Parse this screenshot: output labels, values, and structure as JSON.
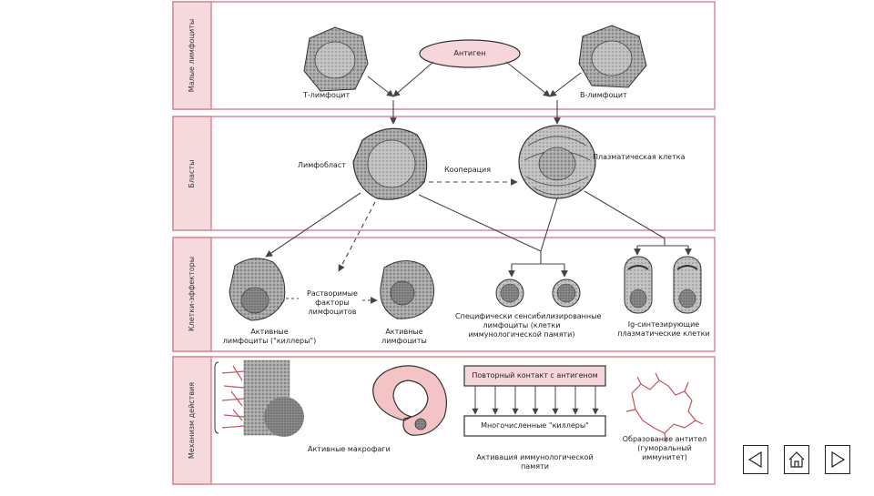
{
  "rows": [
    {
      "label": "Малые лимфоциты"
    },
    {
      "label": "Бласты"
    },
    {
      "label": "Клетки-эффекторы"
    },
    {
      "label": "Механизм действия"
    }
  ],
  "nodes": {
    "antigen": "Антиген",
    "t_lymphocyte": "Т-лимфоцит",
    "b_lymphocyte": "В-лимфоцит",
    "lymphoblast": "Лимфобласт",
    "cooperation": "Кооперация",
    "plasma_cell": "Плазматическая клетка",
    "active_lymphocytes_killers": [
      "Активные",
      "лимфоциты (\"киллеры\")"
    ],
    "soluble_factors": [
      "Растворимые",
      "факторы",
      "лимфоцитов"
    ],
    "active_lymphocytes": [
      "Активные",
      "лимфоциты"
    ],
    "sensitized_lymphocytes": [
      "Специфически сенсибилизированные",
      "лимфоциты (клетки",
      "иммунологической памяти)"
    ],
    "ig_plasma_cells": [
      "Ig-синтезирующие",
      "плазматические клетки"
    ],
    "active_macrophages": "Активные макрофаги",
    "repeated_contact": "Повторный контакт с антигеном",
    "many_killers": "Многочисленные \"киллеры\"",
    "memory_activation": [
      "Активация иммунологической",
      "памяти"
    ],
    "antibody_formation": [
      "Образование антител",
      "(гуморальный",
      "иммунитет)"
    ]
  },
  "nav": {
    "prev": "prev-icon",
    "home": "home-icon",
    "next": "next-icon"
  },
  "colors": {
    "row_border": "#d98a95",
    "row_label_bg": "#f6d9dd",
    "macrophage_fill": "#f3c3c6",
    "antigen_fill": "#f6d6da"
  }
}
